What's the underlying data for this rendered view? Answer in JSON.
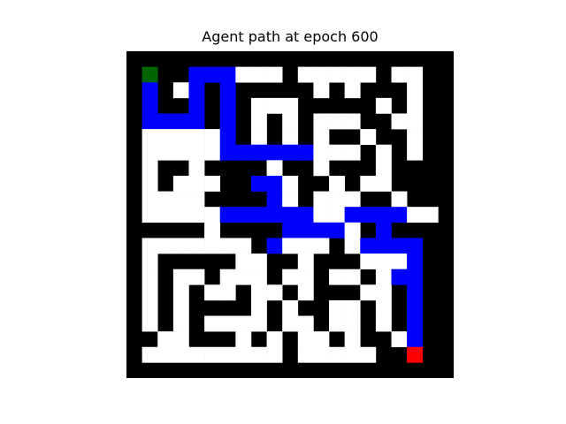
{
  "title": "Agent path at epoch 600",
  "maze": {
    "rows": [
      "####################",
      "#S##PPP...#.....#..#",
      "#P#.P#P#####.#.###.#",
      "#P##P#P#...#####.#.#",
      "#PPPP#P#.#.#...##..#",
      "#.....P#.#.#.##.##.#",
      "#.....PPPPPP...#.#.#",
      "#.##.####.##.###.###",
      "#.#...##PP.##.#..###",
      "#....####P.#...##.##",
      "#.....PPPPPP..PPPP..#",
      "#####.####PPPP.#P###",
      "#.......#P...#.PPPP#",
      "#.#####..##.###...P#",
      "#.#..#...#..#..#.PP#",
      "#.#.#..#..#.###..#P#",
      "#.#.####.#.##..#.#P#",
      "#.#.#....#..#..#.#P#",
      "##..###.#.#..#.##.P#",
      "#.........#.....##E#",
      "####################"
    ],
    "legend": {
      "#": "wall",
      ".": "open",
      "P": "path",
      "S": "start",
      "E": "goal"
    },
    "colors": {
      "wall": "#000000",
      "open": "#ffffff",
      "path": "#0000ff",
      "start": "#006400",
      "goal": "#ff0000"
    }
  }
}
